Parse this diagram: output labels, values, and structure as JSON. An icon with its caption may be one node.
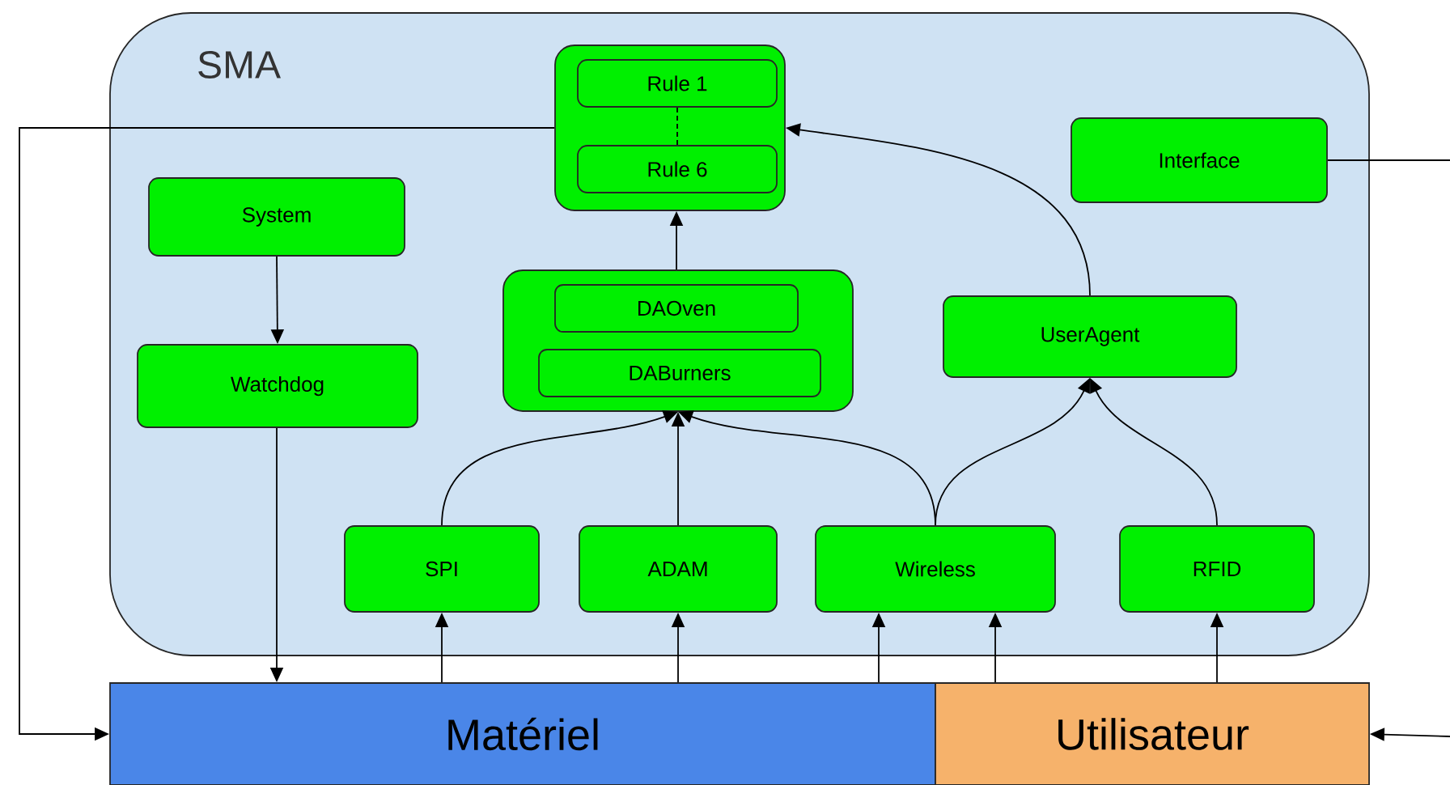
{
  "diagram": {
    "nodes": [
      {
        "text": [
          "SMA"
        ]
      },
      {
        "text": [],
        "shape": "box",
        "in": 0
      },
      {
        "text": [
          "Rule 1"
        ],
        "in": 1
      },
      {
        "text": [
          "Rule 6"
        ],
        "in": 1
      },
      {
        "text": [
          "System"
        ],
        "in": 0
      },
      {
        "text": [
          "Watchdog"
        ],
        "in": 0
      },
      {
        "text": [],
        "shape": "box",
        "in": 0
      },
      {
        "text": [
          "DAOven"
        ],
        "in": 6
      },
      {
        "text": [
          "DABurners"
        ],
        "in": 6
      },
      {
        "text": [
          "Interface"
        ],
        "in": 0
      },
      {
        "text": [
          "UserAgent"
        ],
        "in": 0
      },
      {
        "text": [
          "SPI"
        ],
        "in": 0
      },
      {
        "text": [
          "ADAM"
        ],
        "in": 0
      },
      {
        "text": [
          "Wireless"
        ],
        "in": 0
      },
      {
        "text": [
          "RFID"
        ],
        "in": 0
      },
      {
        "text": [
          "Matériel"
        ]
      },
      {
        "text": [
          "Utilisateur"
        ]
      }
    ],
    "edges": [
      {
        "from": 1,
        "to": 15,
        "arrow": "to"
      },
      {
        "from": 9,
        "to": null,
        "arrow": "none"
      },
      {
        "from": null,
        "to": 16,
        "arrow": "to"
      },
      {
        "from": 4,
        "to": 5,
        "arrow": "to"
      },
      {
        "from": 5,
        "to": 15,
        "arrow": "to"
      },
      {
        "from": 6,
        "to": 1,
        "arrow": "to"
      },
      {
        "from": 10,
        "to": 1,
        "arrow": "to"
      },
      {
        "from": 11,
        "to": 6,
        "arrow": "to"
      },
      {
        "from": 12,
        "to": 6,
        "arrow": "to"
      },
      {
        "from": 13,
        "to": 6,
        "arrow": "to"
      },
      {
        "from": 13,
        "to": 10,
        "arrow": "to"
      },
      {
        "from": 14,
        "to": 10,
        "arrow": "to"
      },
      {
        "from": 15,
        "to": 11,
        "arrow": "to"
      },
      {
        "from": 15,
        "to": 12,
        "arrow": "to"
      },
      {
        "from": 15,
        "to": 13,
        "arrow": "to"
      },
      {
        "from": 16,
        "to": 13,
        "arrow": "to"
      },
      {
        "from": 16,
        "to": 14,
        "arrow": "to"
      },
      {
        "from": 2,
        "to": 3,
        "arrow": "none",
        "style": "dashed"
      }
    ]
  }
}
